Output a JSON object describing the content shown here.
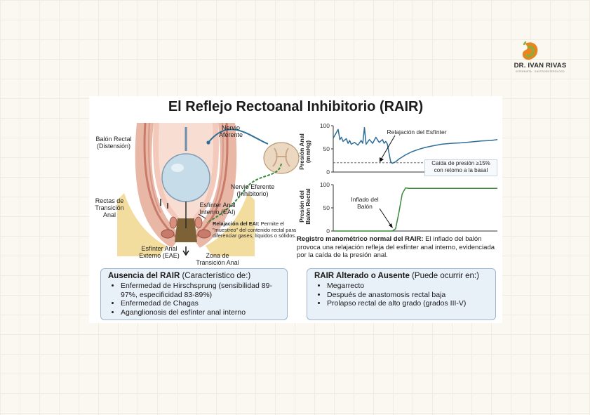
{
  "logo": {
    "name": "DR. IVAN RIVAS",
    "subtitle": "INTERNISTA · GASTROENTERÓLOGO"
  },
  "title": "El Reflejo Rectoanal Inhibitorio (RAIR)",
  "anatomy_labels": {
    "balon_rectal": "Balón Rectal\n(Distensión)",
    "nervio_aferente": "Nervio\nAferente",
    "nervio_eferente": "Nervio Eferente\n(Inhibitorio)",
    "rectas_transicion": "Rectas de\nTransición\nAnal",
    "esfinter_interno": "Esfínter Anal\nInterno (EAI)",
    "esfinter_externo": "Esfínter Anal\nExterno (EAE)",
    "zona_transicion": "Zona de\nTransición Anal",
    "relajacion_eai_title": "Relajación del EAI:",
    "relajacion_eai_text": " Permite el \"muestreo\" del contenido rectal para diferenciar gases, líquidos o sólidos."
  },
  "chart_data": [
    {
      "type": "line",
      "ylabel": "Presión Anal\n(mmHg)",
      "yticks": [
        0,
        50,
        100
      ],
      "ylim": [
        0,
        100
      ],
      "threshold": 20,
      "annotation": "Relajación del Esfínter",
      "threshold_note": "Caída de presión ≥15%\ncon retomo a la basal",
      "color": "#2f6e96",
      "x": [
        0,
        3,
        4,
        5,
        6,
        8,
        9,
        10,
        11,
        13,
        15,
        17,
        18,
        19,
        20,
        22,
        24,
        26,
        28,
        30,
        31,
        32,
        33,
        34,
        35,
        36,
        38,
        40,
        44,
        48,
        52,
        56,
        60,
        66,
        72,
        78,
        84,
        90,
        96,
        100
      ],
      "y": [
        73,
        92,
        70,
        75,
        66,
        72,
        62,
        68,
        60,
        64,
        58,
        68,
        62,
        96,
        60,
        70,
        62,
        75,
        64,
        70,
        62,
        66,
        60,
        40,
        22,
        19,
        22,
        28,
        37,
        44,
        49,
        53,
        56,
        60,
        62,
        63,
        65,
        67,
        68,
        70
      ]
    },
    {
      "type": "line",
      "ylabel": "Presión del\nBalón Rectal",
      "yticks": [
        0,
        50,
        100
      ],
      "ylim": [
        0,
        100
      ],
      "annotation": "Inflado del\nBalón",
      "color": "#3a8a3a",
      "x": [
        0,
        36,
        38,
        40,
        42,
        44,
        46,
        100
      ],
      "y": [
        0,
        0,
        5,
        40,
        80,
        93,
        92,
        92
      ]
    }
  ],
  "caption": {
    "bold": "Registro manométrico normal del RAIR:",
    "text": " El inflado del balón provoca una relajación refleja del esfínter anal interno, evidenciada por la caída de la presión anal."
  },
  "box_left": {
    "title_bold": "Ausencia del RAIR",
    "title_rest": " (Característico de:)",
    "items": [
      "Enfermedad de Hirschsprung (sensibilidad 89-97%, especificidad 83-89%)",
      "Enfermedad de Chagas",
      "Aganglionosis del esfínter anal interno"
    ]
  },
  "box_right": {
    "title_bold": "RAIR Alterado o Ausente",
    "title_rest": " (Puede ocurrir en:)",
    "items": [
      "Megarrecto",
      "Después de anastomosis rectal baja",
      "Prolapso rectal de alto grado (grados III-V)"
    ]
  },
  "colors": {
    "accent_blue": "#2f6e96",
    "accent_green": "#3a8a3a",
    "box_fill": "#e8f0f8",
    "box_border": "#9db5cf",
    "logo_orange": "#e8851e",
    "logo_green": "#7cb342"
  }
}
